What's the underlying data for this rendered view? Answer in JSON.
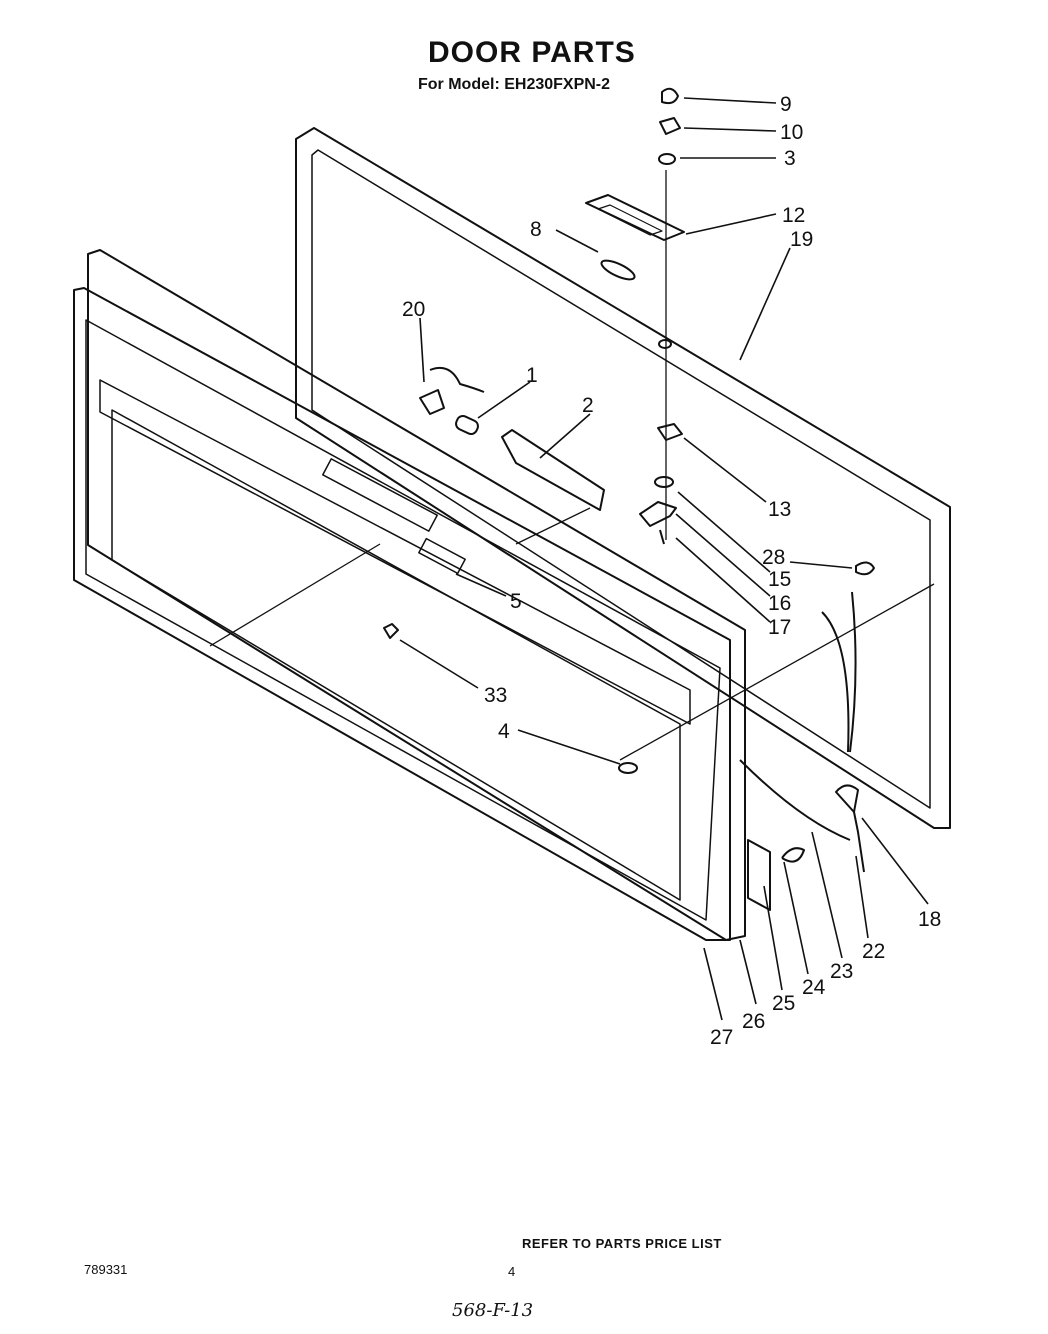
{
  "header": {
    "title": "DOOR PARTS",
    "subtitle": "For Model: EH230FXPN-2"
  },
  "callouts": [
    "9",
    "10",
    "3",
    "12",
    "19",
    "8",
    "20",
    "1",
    "2",
    "13",
    "28",
    "15",
    "16",
    "17",
    "5",
    "33",
    "4",
    "18",
    "22",
    "23",
    "24",
    "25",
    "26",
    "27"
  ],
  "footer": {
    "parts_note": "REFER TO PARTS PRICE LIST",
    "doc_number": "789331",
    "page_number": "4",
    "handwritten_code": "568-F-13"
  }
}
